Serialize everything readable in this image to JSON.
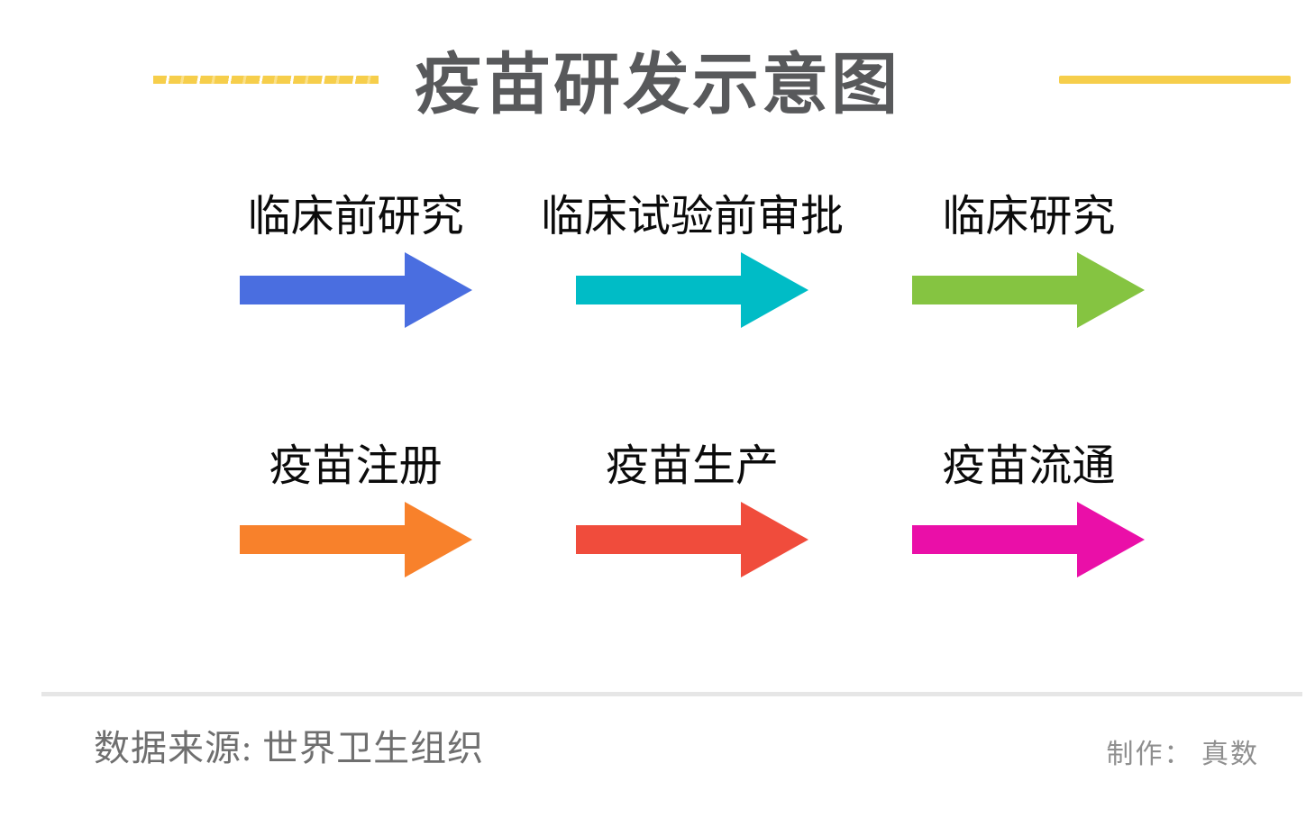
{
  "title": "疫苗研发示意图",
  "stages": [
    {
      "label": "临床前研究",
      "color": "#4A6EE0",
      "icon": "arrow-right"
    },
    {
      "label": "临床试验前审批",
      "color": "#00BCC6",
      "icon": "arrow-right"
    },
    {
      "label": "临床研究",
      "color": "#85C441",
      "icon": "arrow-right"
    },
    {
      "label": "疫苗注册",
      "color": "#F8812B",
      "icon": "arrow-right"
    },
    {
      "label": "疫苗生产",
      "color": "#F04C3C",
      "icon": "arrow-right"
    },
    {
      "label": "疫苗流通",
      "color": "#EA0FA8",
      "icon": "arrow-right"
    }
  ],
  "footer": {
    "source": "数据来源: 世界卫生组织",
    "credit": "制作： 真数"
  },
  "colors": {
    "accent_yellow": "#F6CE4B",
    "title_gray": "#58595B",
    "divider_gray": "#E6E6E6",
    "label_black": "#0B0B0B",
    "footer_gray": "#6F6F6F"
  }
}
